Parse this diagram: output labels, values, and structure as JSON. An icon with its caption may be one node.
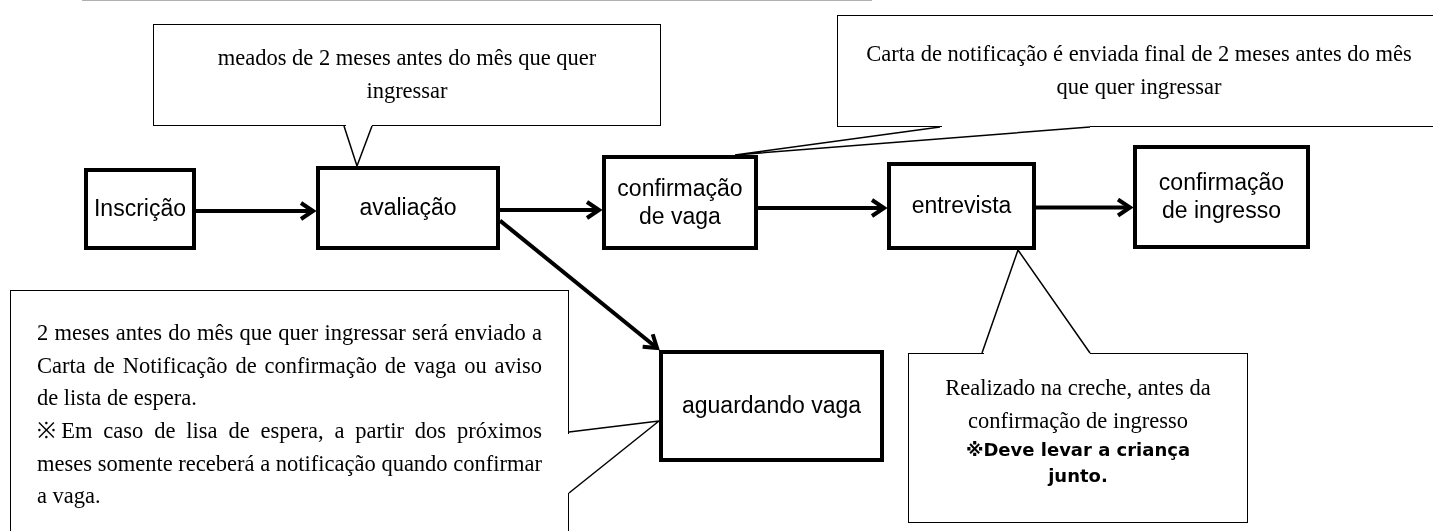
{
  "diagram": {
    "nodes": [
      {
        "text": [
          "meados de 2 meses antes do mês que quer ingressar"
        ]
      },
      {
        "text": [
          "Carta de notificação é enviada final de 2 meses antes do mês que quer ingressar"
        ]
      },
      {
        "text": [
          "Inscrição"
        ]
      },
      {
        "text": [
          "avaliação"
        ]
      },
      {
        "text": [
          "confirmação de vaga"
        ]
      },
      {
        "text": [
          "entrevista"
        ]
      },
      {
        "text": [
          "confirmação de ingresso"
        ]
      },
      {
        "text": [
          "2 meses antes do mês que quer ingressar será enviado a Carta de Notificação de confirmação de vaga ou aviso de lista de espera.",
          "※Em caso de lisa de espera, a partir dos próximos meses somente receberá a notificação quando confirmar a vaga."
        ]
      },
      {
        "text": [
          "aguardando vaga"
        ]
      },
      {
        "text": [
          "Realizado na creche, antes da confirmação de ingresso",
          "※Deve levar a criança junto."
        ]
      }
    ],
    "edges": [
      {
        "from": 2,
        "to": 3,
        "arrow": "to"
      },
      {
        "from": 3,
        "to": 4,
        "arrow": "to"
      },
      {
        "from": 3,
        "to": 8,
        "arrow": "to"
      },
      {
        "from": 4,
        "to": 5,
        "arrow": "to"
      },
      {
        "from": 5,
        "to": 6,
        "arrow": "to"
      },
      {
        "from": 0,
        "to": 3,
        "arrow": "none"
      },
      {
        "from": 1,
        "to": 4,
        "arrow": "none"
      },
      {
        "from": 7,
        "to": 8,
        "arrow": "none"
      },
      {
        "from": 9,
        "to": 5,
        "arrow": "none"
      }
    ]
  }
}
